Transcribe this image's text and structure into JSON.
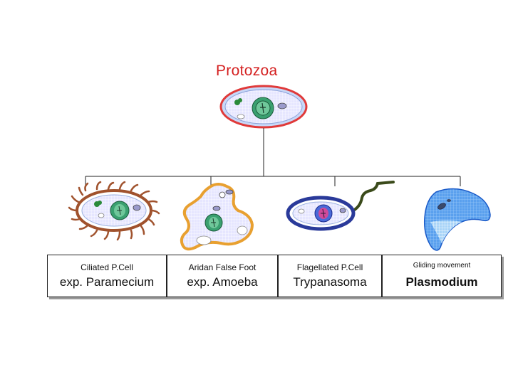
{
  "title": "Protozoa",
  "colors": {
    "title": "#d42020",
    "ciliate_cilia": "#a0522d",
    "amoeba_border": "#e8a030",
    "flagellate_border": "#2a3a9a",
    "plasmodium_fill": "#3a8ae0"
  },
  "boxes": [
    {
      "line1": "Ciliated P.Cell",
      "line2": "exp. Paramecium"
    },
    {
      "line1": "Aridan False Foot",
      "line2": "exp. Amoeba"
    },
    {
      "line1": "Flagellated P.Cell",
      "line2": "Trypanasoma"
    },
    {
      "line1": "Gliding movement",
      "line2": "Plasmodium"
    }
  ]
}
